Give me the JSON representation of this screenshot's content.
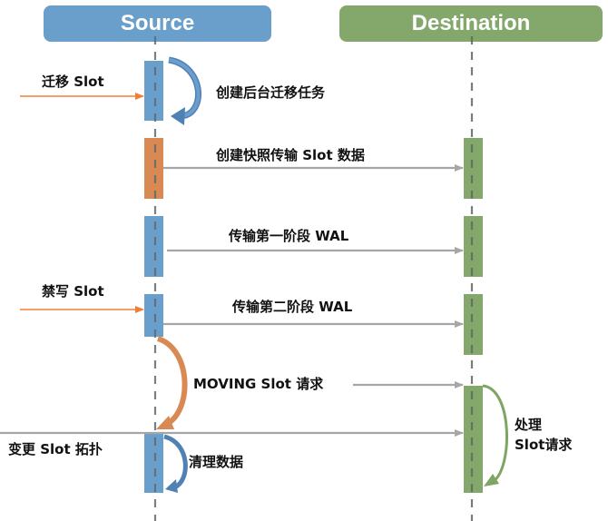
{
  "lanes": {
    "source": {
      "title": "Source",
      "color": "#6a9fcc"
    },
    "destination": {
      "title": "Destination",
      "color": "#84a86c"
    }
  },
  "colors": {
    "source_block": "#6a9fcc",
    "snapshot_block": "#d98a52",
    "destination_block": "#84a86c",
    "external_arrow": "#ee8036",
    "message_arrow": "#a6a6a6",
    "lifeline": "#707070",
    "self_arrow_blue": "#4f81b5",
    "self_arrow_orange": "#d98a52",
    "self_arrow_green": "#7ea564"
  },
  "external_events": [
    {
      "id": "migrate",
      "label": "迁移 Slot"
    },
    {
      "id": "disable-write",
      "label": "禁写 Slot"
    },
    {
      "id": "change-topology",
      "label": "变更 Slot 拓扑"
    }
  ],
  "self_actions": [
    {
      "id": "create-task",
      "label": "创建后台迁移任务"
    },
    {
      "id": "cleanup",
      "label": "清理数据"
    },
    {
      "id": "handle-request",
      "label_line1": "处理",
      "label_line2": "Slot请求"
    }
  ],
  "messages": [
    {
      "id": "snapshot",
      "label": "创建快照传输 Slot 数据"
    },
    {
      "id": "wal-phase1",
      "label": "传输第一阶段 WAL"
    },
    {
      "id": "wal-phase2",
      "label": "传输第二阶段 WAL"
    },
    {
      "id": "moving-request",
      "label": "MOVING Slot 请求"
    }
  ]
}
